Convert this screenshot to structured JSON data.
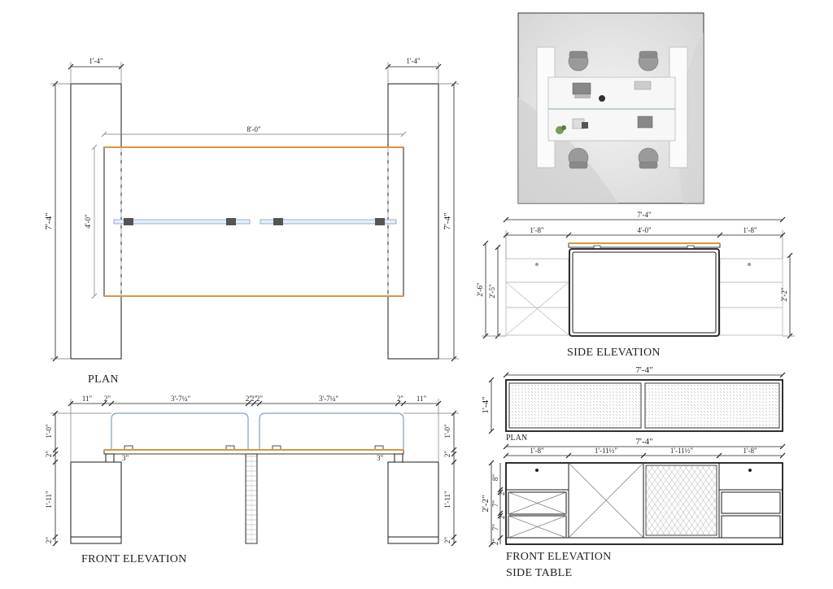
{
  "labels": {
    "plan": "PLAN",
    "front_elevation": "FRONT ELEVATION",
    "side_elevation": "SIDE ELEVATION",
    "plan_small": "PLAN",
    "front_elevation_side_table_line1": "FRONT ELEVATION",
    "front_elevation_side_table_line2": "SIDE TABLE"
  },
  "plan_dims": {
    "left_width": "1'-4\"",
    "right_width": "1'-4\"",
    "table_length": "8'-0\"",
    "table_depth": "4'-0\"",
    "left_height": "7'-4\"",
    "right_height": "7'-4\""
  },
  "front_dims": {
    "left_offset": "11\"",
    "gap_a": "2\"",
    "screen_left": "3'-7¼\"",
    "gap_b": "2\"",
    "gap_c": "2\"",
    "gap_d": "2\"",
    "screen_right": "3'-7¼\"",
    "gap_e": "2\"",
    "right_offset": "11\"",
    "screen_height_left": "1'-0\"",
    "screen_height_right": "1'-0\"",
    "top_thick_left": "2\"",
    "top_thick_right": "2\"",
    "bracket_left": "3\"",
    "bracket_right": "3\"",
    "cab_height_left": "1'-11\"",
    "cab_height_right": "1'-11\"",
    "base_left": "2\"",
    "base_right": "2\""
  },
  "side_dims": {
    "overall": "7'-4\"",
    "left_seg": "1'-8\"",
    "mid_seg": "4'-0\"",
    "right_seg": "1'-8\"",
    "height_total": "2'-6\"",
    "height_inner": "2'-5\"",
    "height_right": "2'-2\""
  },
  "side_table_dims": {
    "plan_length": "7'-4\"",
    "plan_depth": "1'-4\"",
    "elev_overall": "7'-4\"",
    "seg1": "1'-8\"",
    "seg2": "1'-11½\"",
    "seg3": "1'-11½\"",
    "seg4": "1'-8\"",
    "height_total": "2'-2\"",
    "drawer_h": "8\"",
    "gap1": "2\"",
    "shelf1": "7\"",
    "gap2": "2\"",
    "shelf2": "7\"",
    "base": "2\""
  },
  "colors": {
    "line": "#1a1a1a",
    "wood": "#d9963a",
    "glass": "#7f9fc6",
    "render_bg": "#e8e8e8"
  }
}
